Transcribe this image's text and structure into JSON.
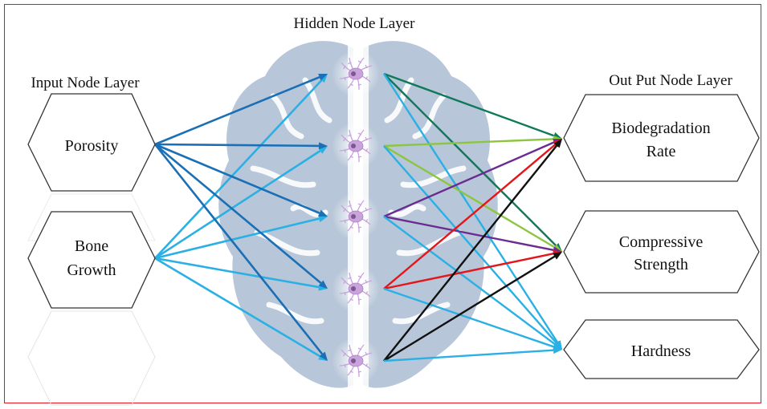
{
  "titles": {
    "input": "Input Node Layer",
    "hidden": "Hidden Node Layer",
    "output": "Out Put Node Layer"
  },
  "input_nodes": [
    {
      "id": "porosity",
      "lines": [
        "Porosity"
      ]
    },
    {
      "id": "bone-growth",
      "lines": [
        "Bone",
        "Growth"
      ]
    }
  ],
  "hidden_nodes": [
    {
      "id": "h1"
    },
    {
      "id": "h2"
    },
    {
      "id": "h3"
    },
    {
      "id": "h4"
    },
    {
      "id": "h5"
    }
  ],
  "output_nodes": [
    {
      "id": "biodegradation-rate",
      "lines": [
        "Biodegradation",
        "Rate"
      ]
    },
    {
      "id": "compressive-strength",
      "lines": [
        "Compressive",
        "Strength"
      ]
    },
    {
      "id": "hardness",
      "lines": [
        "Hardness"
      ]
    }
  ],
  "colors": {
    "frame": "#e8141b",
    "porosity_edges": "#1a6fb5",
    "bone_growth_edges": "#2ab0e4",
    "h1_edges": "#0f7a5a",
    "h2_edges": "#8cc63f",
    "h3_edges": "#6a2c91",
    "h4_edges": "#e3161b",
    "h5_edges": "#111111",
    "hidden_to_hardness": "#2ab0e4",
    "brain": "#b7c6d8",
    "neuron": "#c9a3dc"
  },
  "edges_input_hidden": [
    {
      "from": "porosity",
      "to": [
        "h1",
        "h2",
        "h3",
        "h4",
        "h5"
      ]
    },
    {
      "from": "bone-growth",
      "to": [
        "h1",
        "h2",
        "h3",
        "h4",
        "h5"
      ]
    }
  ],
  "edges_hidden_output": [
    {
      "from": "h1",
      "to": [
        "biodegradation-rate",
        "compressive-strength",
        "hardness"
      ]
    },
    {
      "from": "h2",
      "to": [
        "biodegradation-rate",
        "compressive-strength",
        "hardness"
      ]
    },
    {
      "from": "h3",
      "to": [
        "biodegradation-rate",
        "compressive-strength",
        "hardness"
      ]
    },
    {
      "from": "h4",
      "to": [
        "biodegradation-rate",
        "compressive-strength",
        "hardness"
      ]
    },
    {
      "from": "h5",
      "to": [
        "biodegradation-rate",
        "compressive-strength",
        "hardness"
      ]
    }
  ]
}
